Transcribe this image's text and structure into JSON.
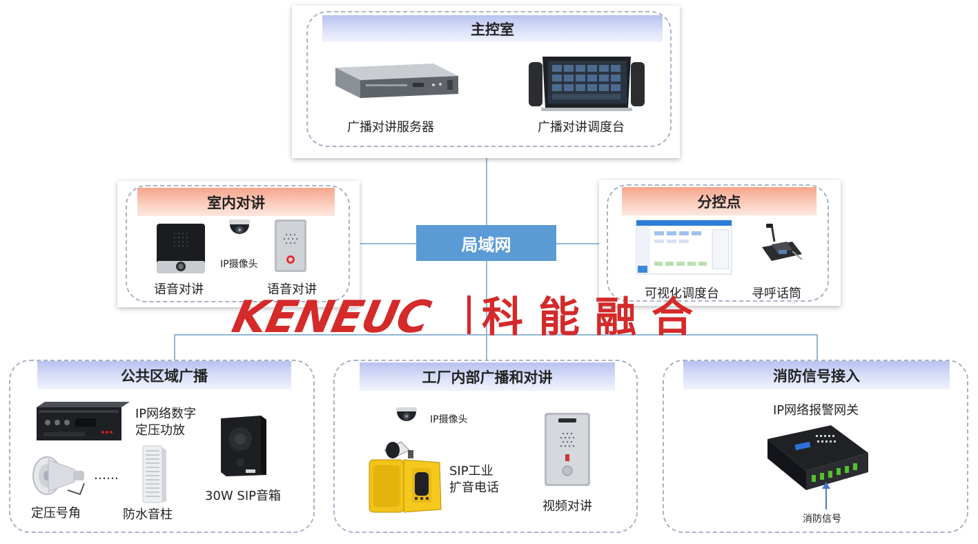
{
  "network": {
    "label": "局域网"
  },
  "brand": {
    "en": "KENEUC",
    "cn": "科能融合"
  },
  "main_room": {
    "title": "主控室",
    "devices": [
      {
        "label": "广播对讲服务器"
      },
      {
        "label": "广播对讲调度台"
      }
    ]
  },
  "indoor": {
    "title": "室内对讲",
    "devices": [
      {
        "label": "语音对讲"
      },
      {
        "label": "IP摄像头"
      },
      {
        "label": "语音对讲"
      }
    ]
  },
  "branch": {
    "title": "分控点",
    "devices": [
      {
        "label": "可视化调度台"
      },
      {
        "label": "寻呼话筒"
      }
    ]
  },
  "public_area": {
    "title": "公共区域广播",
    "devices": [
      {
        "label": "IP网络数字\n定压功放"
      },
      {
        "label": "30W SIP音箱"
      },
      {
        "label": "定压号角"
      },
      {
        "label": "……"
      },
      {
        "label": "防水音柱"
      }
    ]
  },
  "factory": {
    "title": "工厂内部广播和对讲",
    "devices": [
      {
        "label": "IP摄像头"
      },
      {
        "label": "SIP工业\n扩音电话"
      },
      {
        "label": "视频对讲"
      }
    ]
  },
  "fire": {
    "title": "消防信号接入",
    "devices": [
      {
        "label": "IP网络报警网关"
      },
      {
        "label": "消防信号"
      }
    ]
  },
  "colors": {
    "lan": "#5a9bd5",
    "brand": "#d42a2a",
    "header_blue": "#c5cdf3",
    "header_salmon": "#f8b7a1",
    "connector": "#8fb8d8"
  }
}
